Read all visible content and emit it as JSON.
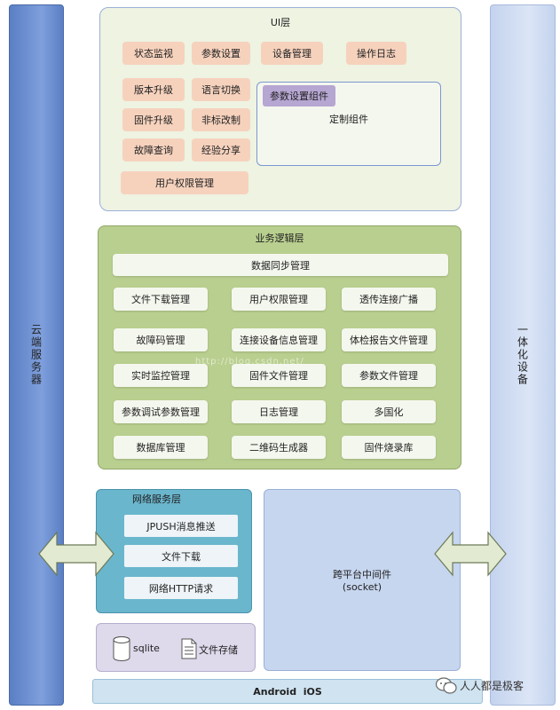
{
  "left_bar": {
    "label": "云端服务器"
  },
  "right_bar": {
    "label": "一体化设备"
  },
  "ui_layer": {
    "title": "UI层",
    "items": [
      "状态监视",
      "参数设置",
      "设备管理",
      "操作日志",
      "版本升级",
      "语言切换",
      "固件升级",
      "非标改制",
      "故障查询",
      "经验分享",
      "用户权限管理"
    ],
    "component_tag": "参数设置组件",
    "custom_label": "定制组件"
  },
  "logic_layer": {
    "title": "业务逻辑层",
    "top_item": "数据同步管理",
    "items": [
      "文件下载管理",
      "用户权限管理",
      "透传连接广播",
      "故障码管理",
      "连接设备信息管理",
      "体检报告文件管理",
      "实时监控管理",
      "固件文件管理",
      "参数文件管理",
      "参数调试参数管理",
      "日志管理",
      "多国化",
      "数据库管理",
      "二维码生成器",
      "固件烧录库"
    ]
  },
  "network_layer": {
    "title": "网络服务层",
    "items": [
      "JPUSH消息推送",
      "文件下载",
      "网络HTTP请求"
    ]
  },
  "middleware": {
    "line1": "跨平台中间件",
    "line2": "(socket)"
  },
  "storage": {
    "db": "sqlite",
    "file": "文件存储"
  },
  "os_bar": {
    "label": "Android  iOS"
  },
  "watermark": "http://blog.csdn.net/",
  "signature": "人人都是极客",
  "colors": {
    "peach": "#f6d2bd",
    "logic_green": "#b9cf8f",
    "net_teal": "#6ab6cd",
    "sidebar_blue": "#6c8fd2"
  }
}
